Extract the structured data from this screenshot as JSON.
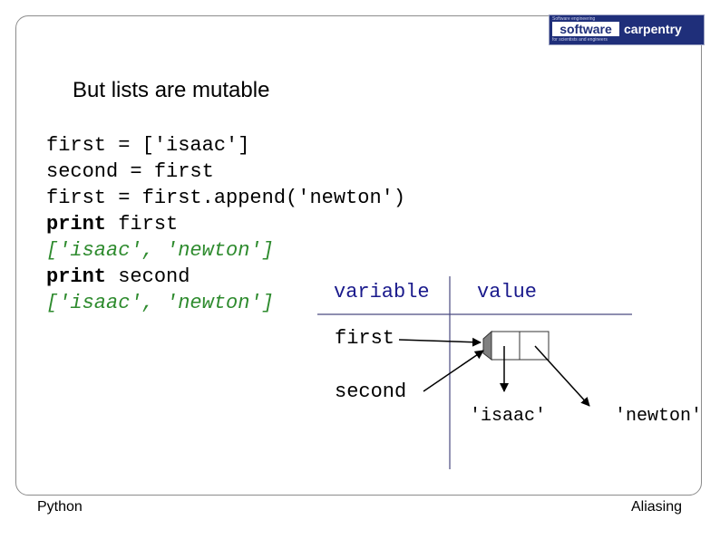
{
  "logo": {
    "tagline_top": "Software engineering",
    "word1": "software",
    "word2": "carpentry",
    "tagline_bottom": "for scientists and engineers"
  },
  "slide": {
    "title": "But lists are mutable"
  },
  "code_lines": [
    {
      "keyword": "",
      "text": "first = ['isaac']"
    },
    {
      "keyword": "",
      "text": "second = first"
    },
    {
      "keyword": "",
      "text": "first = first.append('newton')"
    },
    {
      "keyword": "print",
      "text": " first"
    },
    {
      "output": "['isaac', 'newton']"
    },
    {
      "keyword": "print",
      "text": " second"
    },
    {
      "output": "['isaac', 'newton']"
    }
  ],
  "diagram": {
    "col_variable": "variable",
    "col_value": "value",
    "var_first": "first",
    "var_second": "second",
    "item1": "'isaac'",
    "item2": "'newton'",
    "colors": {
      "header_text": "#1a1a8c",
      "lines": "#4a4a80",
      "list_cap": "#808080"
    }
  },
  "footer": {
    "left": "Python",
    "right": "Aliasing"
  }
}
